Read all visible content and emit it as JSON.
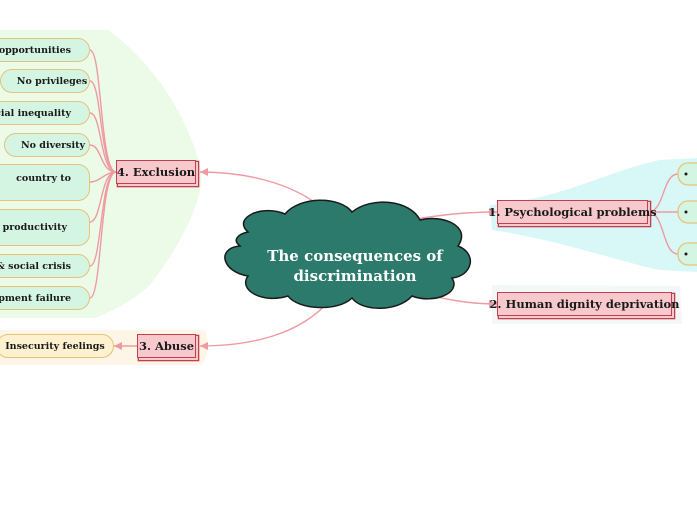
{
  "central_topic": {
    "line1": "The consequences of",
    "line2": "discrimination"
  },
  "branches": {
    "psychological": "1. Psychological problems",
    "dignity": "2. Human dignity deprivation",
    "abuse": "3. Abuse",
    "exclusion": "4. Exclusion"
  },
  "exclusion_items": [
    "Less opportunities",
    "No privileges",
    "Financial inequality",
    "No diversity",
    "country to",
    "r & productivity",
    "cial & social crisis",
    "evelopment failure"
  ],
  "abuse_items": [
    "Insecurity feelings"
  ],
  "colors": {
    "central_fill": "#2b7a6b",
    "central_stroke": "#1a1a1a",
    "branch_fill": "#f7c9cd",
    "branch_border": "#c0404f",
    "connector": "#ef9aa2",
    "leaf_fill": "#d5f5e3",
    "leaf_border": "#e6c27a",
    "exclusion_zone": "#ecfbe8",
    "psych_zone": "#d8f7f7",
    "abuse_zone": "#fdf6e6"
  }
}
